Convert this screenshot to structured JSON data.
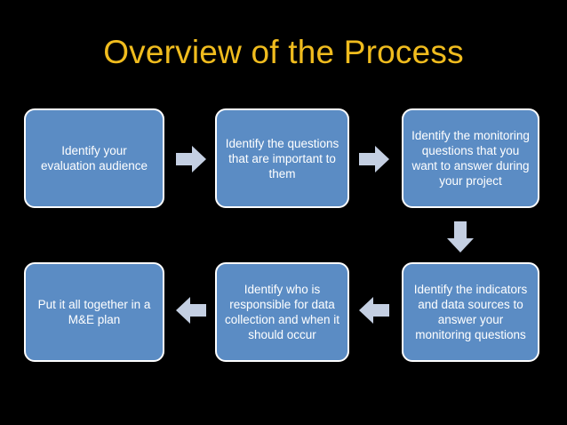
{
  "slide": {
    "title": "Overview of the Process",
    "background_color": "#000000",
    "title_color": "#F0BC1E"
  },
  "theme": {
    "box_fill": "#5B8CC4",
    "box_border": "#FFFFFF",
    "box_text": "#FFFFFF",
    "arrow_fill": "#C4CFE2"
  },
  "steps": [
    {
      "id": 1,
      "text": "Identify your evaluation audience"
    },
    {
      "id": 2,
      "text": "Identify the questions that are important to them"
    },
    {
      "id": 3,
      "text": "Identify the monitoring questions that you want to answer during your project"
    },
    {
      "id": 4,
      "text": "Identify the indicators and data sources to answer your monitoring questions"
    },
    {
      "id": 5,
      "text": "Identify who is responsible for data collection and when it should occur"
    },
    {
      "id": 6,
      "text": "Put it all together in a M&E plan"
    }
  ],
  "connectors": [
    {
      "id": 1,
      "icon": "arrow-right-icon",
      "from": 1,
      "to": 2
    },
    {
      "id": 2,
      "icon": "arrow-right-icon",
      "from": 2,
      "to": 3
    },
    {
      "id": 3,
      "icon": "arrow-down-icon",
      "from": 3,
      "to": 4
    },
    {
      "id": 4,
      "icon": "arrow-left-icon",
      "from": 4,
      "to": 5
    },
    {
      "id": 5,
      "icon": "arrow-left-icon",
      "from": 5,
      "to": 6
    }
  ]
}
